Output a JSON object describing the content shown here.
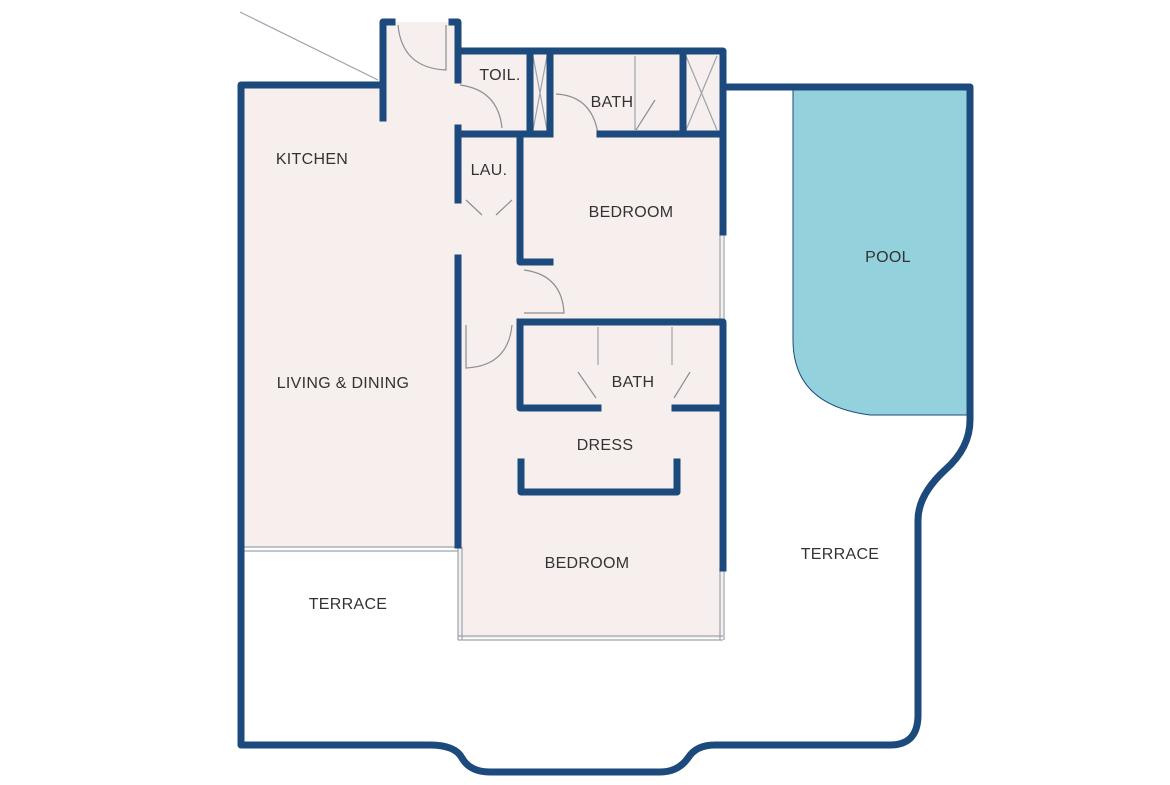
{
  "colors": {
    "wall": "#1d4a7c",
    "floor": "#f7efed",
    "pool": "#93d1dd"
  },
  "rooms": {
    "toilet": "TOIL.",
    "bath_top": "BATH",
    "kitchen": "KITCHEN",
    "laundry": "LAU.",
    "bedroom_top": "BEDROOM",
    "pool": "POOL",
    "living": "LIVING & DINING",
    "bath_bottom": "BATH",
    "dress": "DRESS",
    "bedroom_bottom": "BEDROOM",
    "terrace_right": "TERRACE",
    "terrace_left": "TERRACE"
  }
}
